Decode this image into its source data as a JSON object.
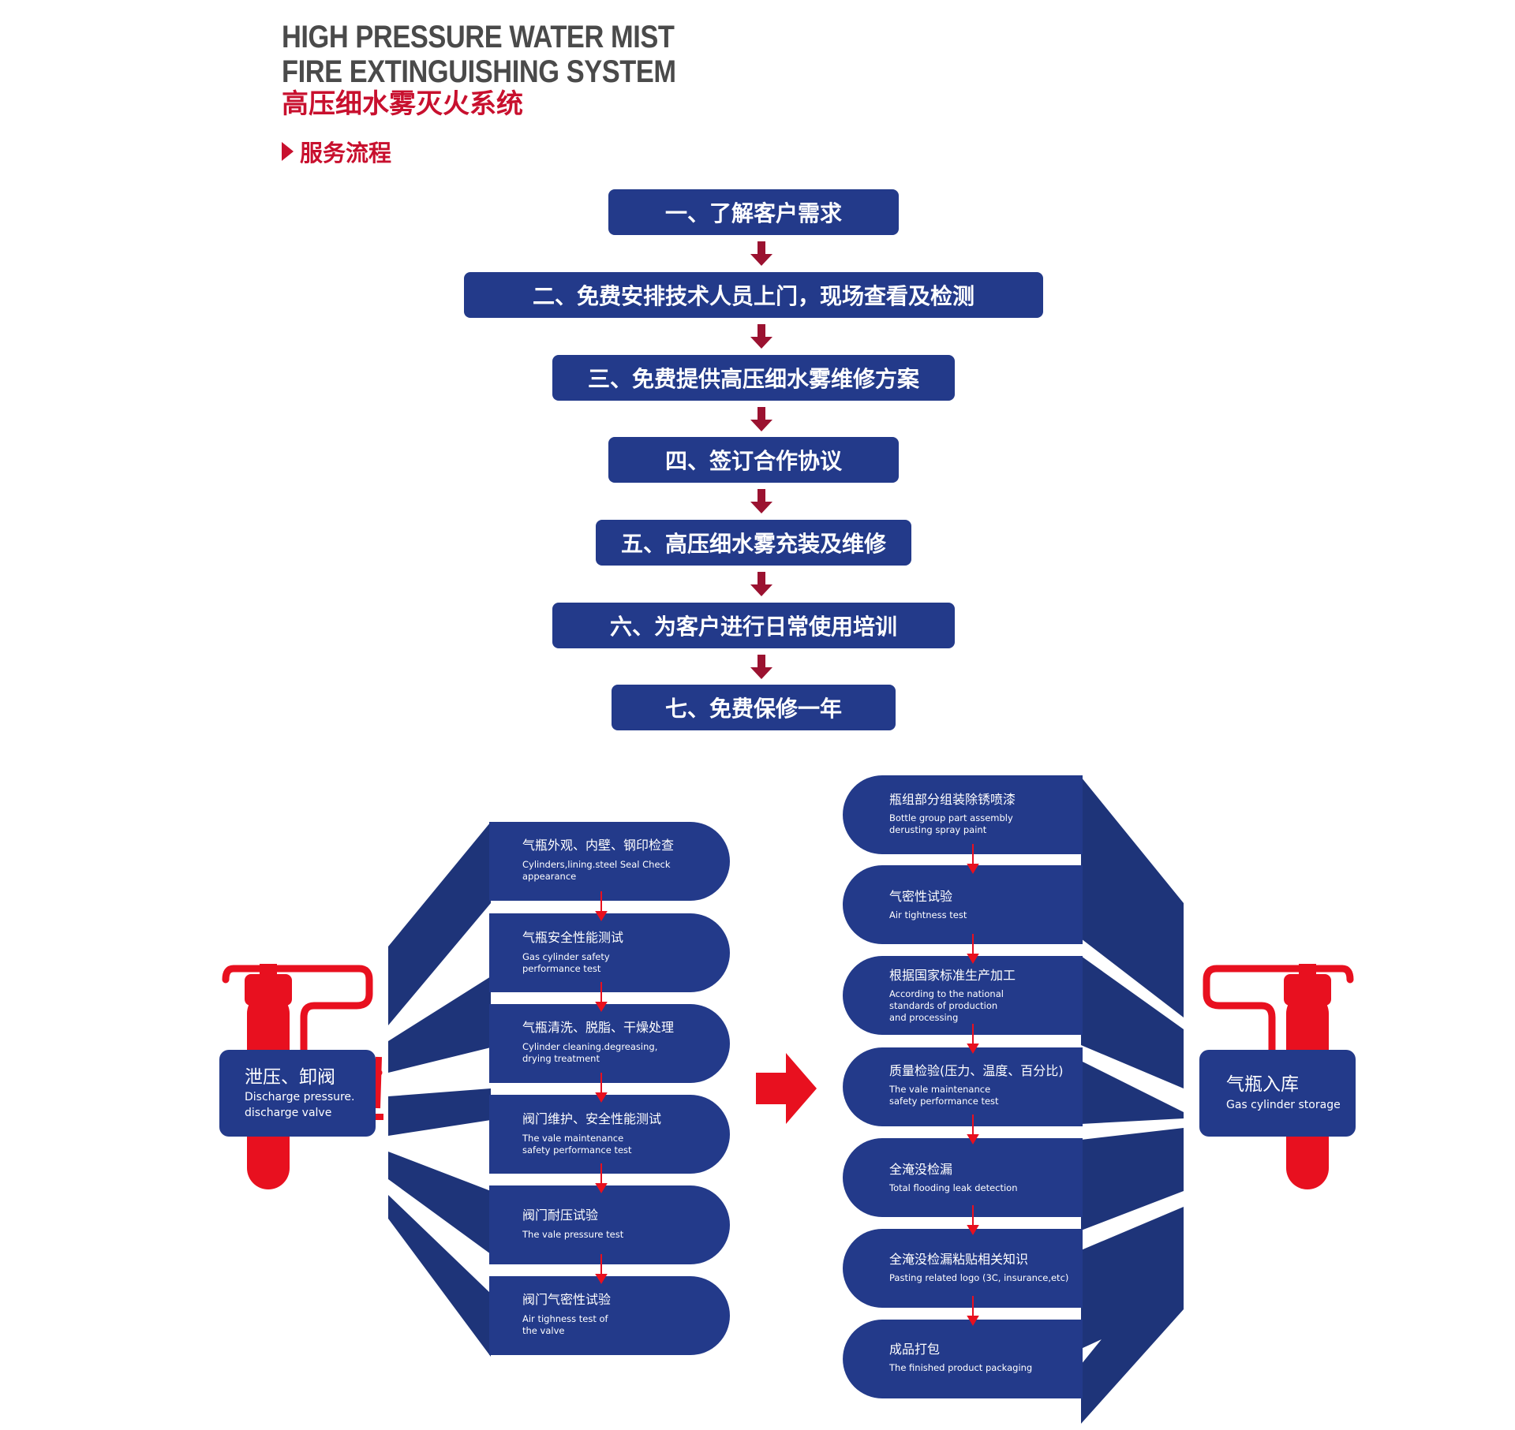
{
  "header": {
    "title_en_line1": "HIGH PRESSURE WATER MIST",
    "title_en_line2": "FIRE EXTINGUISHING SYSTEM",
    "title_cn": "高压细水雾灭火系统",
    "section": "服务流程"
  },
  "steps": [
    "一、了解客户需求",
    "二、免费安排技术人员上门，现场查看及检测",
    "三、免费提供高压细水雾维修方案",
    "四、签订合作协议",
    "五、高压细水雾充装及维修",
    "六、为客户进行日常使用培训",
    "七、免费保修一年"
  ],
  "left_panel": {
    "cn": "泄压、卸阀",
    "en_line1": "Discharge pressure.",
    "en_line2": "discharge valve"
  },
  "right_panel": {
    "cn": "气瓶入库",
    "en": "Gas cylinder storage"
  },
  "left_steps": [
    {
      "cn": "气瓶外观、内壁、钢印检查",
      "en1": "Cylinders,lining.steel Seal Check",
      "en2": "appearance"
    },
    {
      "cn": "气瓶安全性能测试",
      "en1": "Gas cylinder safety",
      "en2": "performance test"
    },
    {
      "cn": "气瓶清洗、脱脂、干燥处理",
      "en1": "Cylinder cleaning.degreasing,",
      "en2": "drying treatment"
    },
    {
      "cn": "阀门维护、安全性能测试",
      "en1": "The vale maintenance",
      "en2": "safety performance test"
    },
    {
      "cn": "阀门耐压试验",
      "en1": "The vale pressure test",
      "en2": ""
    },
    {
      "cn": "阀门气密性试验",
      "en1": "Air tighness test of",
      "en2": "the valve"
    }
  ],
  "right_steps": [
    {
      "cn": "瓶组部分组装除锈喷漆",
      "en1": "Bottle group part assembly",
      "en2": "derusting spray paint",
      "en3": ""
    },
    {
      "cn": "气密性试验",
      "en1": "Air tightness test",
      "en2": "",
      "en3": ""
    },
    {
      "cn": "根据国家标准生产加工",
      "en1": "According to the national",
      "en2": "standards of production",
      "en3": "and processing"
    },
    {
      "cn": "质量检验(压力、温度、百分比)",
      "en1": "The vale maintenance",
      "en2": "safety performance test",
      "en3": ""
    },
    {
      "cn": "全淹没检漏",
      "en1": "Total flooding leak detection",
      "en2": "",
      "en3": ""
    },
    {
      "cn": "全淹没检漏粘贴相关知识",
      "en1": "Pasting related logo (3C, insurance,etc)",
      "en2": "",
      "en3": ""
    },
    {
      "cn": "成品打包",
      "en1": "The finished product packaging",
      "en2": "",
      "en3": ""
    }
  ],
  "colors": {
    "navy": "#233a8a",
    "navy_dark": "#1e3479",
    "red": "#c8102e",
    "extinguisher_red": "#e8101f"
  }
}
